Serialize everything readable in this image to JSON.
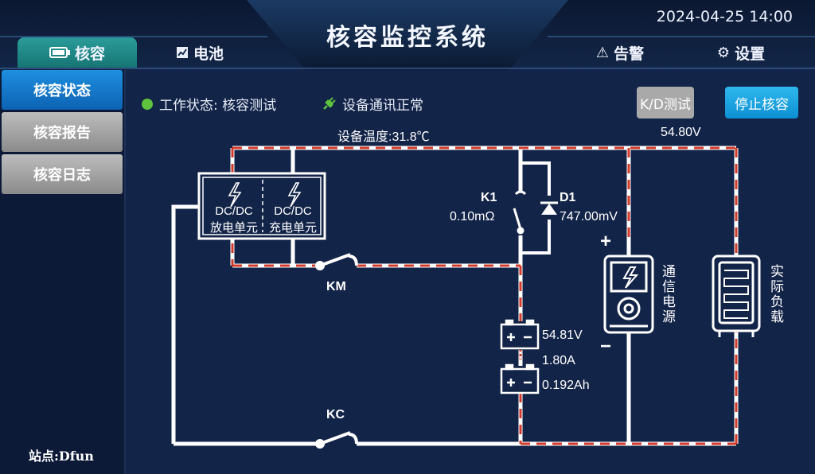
{
  "header": {
    "title": "核容监控系统",
    "datetime": "2024-04-25 14:00",
    "tabs": [
      {
        "label": "核容",
        "icon": "battery-icon",
        "active": true
      },
      {
        "label": "电池",
        "icon": "chart-icon",
        "active": false
      },
      {
        "label": "告警",
        "icon": "warning-icon",
        "active": false
      },
      {
        "label": "设置",
        "icon": "gear-icon",
        "active": false
      }
    ]
  },
  "sidebar": {
    "items": [
      {
        "label": "核容状态",
        "active": true
      },
      {
        "label": "核容报告",
        "active": false
      },
      {
        "label": "核容日志",
        "active": false
      }
    ],
    "station": "站点:Dfun"
  },
  "status": {
    "work_state": "工作状态: 核容测试",
    "comm": "设备通讯正常"
  },
  "buttons": {
    "kd_test": "K/D测试",
    "stop": "停止核容"
  },
  "diagram": {
    "temperature": "设备温度:31.8℃",
    "bus_voltage": "54.80V",
    "dcdc_discharge": [
      "DC/DC",
      "放电单元"
    ],
    "dcdc_charge": [
      "DC/DC",
      "充电单元"
    ],
    "k1_label": "K1",
    "k1_value": "0.10mΩ",
    "d1_label": "D1",
    "d1_value": "747.00mV",
    "km_label": "KM",
    "kc_label": "KC",
    "battery_voltage": "54.81V",
    "battery_current": "1.80A",
    "battery_capacity": "0.192Ah",
    "comm_power_label": "通信电源",
    "load_label": "实际负载",
    "plus": "+",
    "minus": "−"
  },
  "colors": {
    "accent_active_tab": "#1f8e8c",
    "sidebar_active": "#1483d6",
    "wire": "#ffffff",
    "current_flow": "#d23a2a",
    "ok_green": "#5fc33d"
  }
}
